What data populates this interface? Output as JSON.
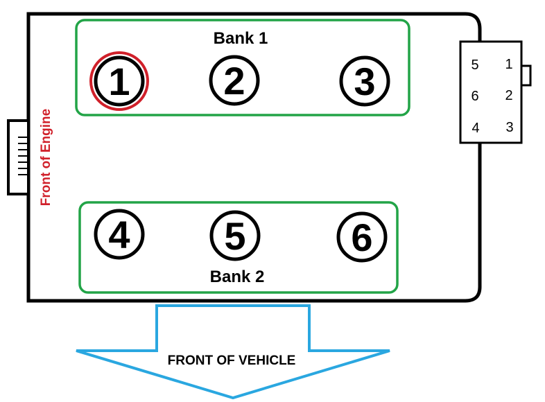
{
  "engine": {
    "front_label": "Front of Engine",
    "front_label_color": "#d0202a",
    "outline_color": "#000000"
  },
  "banks": [
    {
      "label": "Bank 1",
      "color": "#22a447",
      "cylinders": [
        "1",
        "2",
        "3"
      ]
    },
    {
      "label": "Bank 2",
      "color": "#22a447",
      "cylinders": [
        "4",
        "5",
        "6"
      ]
    }
  ],
  "highlighted_cylinder": "1",
  "highlight_color": "#d0202a",
  "connector": {
    "rows": [
      [
        "5",
        "1"
      ],
      [
        "6",
        "2"
      ],
      [
        "4",
        "3"
      ]
    ]
  },
  "vehicle_arrow": {
    "label": "FRONT OF VEHICLE",
    "color": "#2aa7e0"
  }
}
